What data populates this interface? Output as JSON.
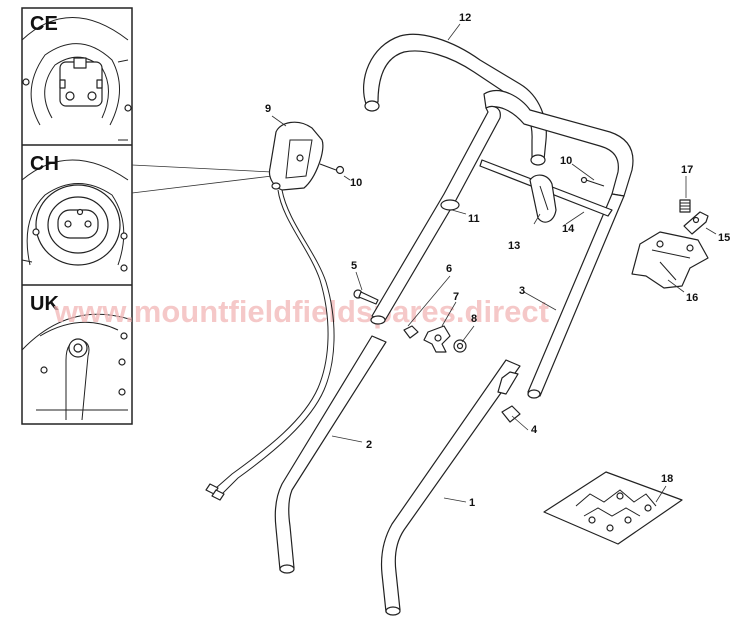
{
  "insets": [
    {
      "id": "ce",
      "label": "CE"
    },
    {
      "id": "ch",
      "label": "CH"
    },
    {
      "id": "uk",
      "label": "UK"
    }
  ],
  "watermark": "www.mountfieldfieldspares.direct",
  "callouts": {
    "p1": "1",
    "p2": "2",
    "p3": "3",
    "p4": "4",
    "p5": "5",
    "p6": "6",
    "p7": "7",
    "p8": "8",
    "p9": "9",
    "p10a": "10",
    "p10b": "10",
    "p11": "11",
    "p12": "12",
    "p13": "13",
    "p14": "14",
    "p15": "15",
    "p16": "16",
    "p17": "17",
    "p18": "18"
  }
}
